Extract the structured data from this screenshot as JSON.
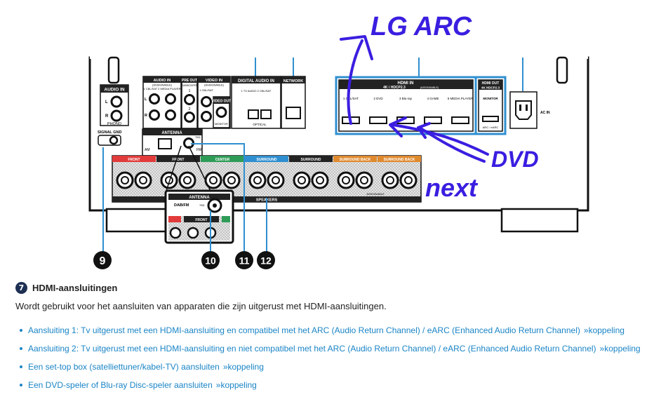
{
  "handwriting": {
    "lg_arc": "LG ARC",
    "dvd": "DVD",
    "next": "next"
  },
  "panel": {
    "audio_in": "AUDIO IN",
    "phono": "PHONO",
    "signal_gnd": "SIGNAL GND",
    "audio_assignable": "AUDIO IN",
    "assignable": "(ASSIGNABLE)",
    "audio_sub": "1 CBL/SAT  2 MEDIA PLAYER",
    "pre_out": "PRE OUT",
    "subwoofer": "SUBWOOFER",
    "video": "VIDEO IN",
    "video_assignable": "(ASSIGNABLE)",
    "video_sub": "1 CBL/SAT",
    "video_out": "VIDEO OUT",
    "monitor": "MONITOR",
    "digital_audio": "DIGITAL AUDIO IN",
    "digital_sub": "1 TV AUDIO  2 CBL/SAT",
    "optical": "OPTICAL",
    "network": "NETWORK",
    "hdmi_in": "HDMI IN",
    "hdmi_spec": "4K / HDCP2.3",
    "hdmi_assignable": "(ASSIGNABLE)",
    "hdmi_ports": [
      "1 CBL/SAT",
      "2 DVD",
      "3 Blu-ray",
      "4 GAME",
      "5 MEDIA PLAYER"
    ],
    "hdmi_out": "HDMI OUT",
    "hdmi_out_spec": "4K HDCP2.3",
    "hdmi_monitor": "MONITOR",
    "arc_earc": "ARC / eARC",
    "ac_in": "AC IN",
    "antenna": "ANTENNA",
    "am": "AM",
    "fm": "FM",
    "ohm": "75Ω",
    "speakers": [
      "FRONT",
      "FRONT",
      "CENTER",
      "SURROUND",
      "SURROUND",
      "SURROUND BACK",
      "SURROUND BACK"
    ],
    "speakers_label": "SPEAKERS",
    "speakers_assignable": "ASSIGNABLE",
    "zoom_antenna": "ANTENNA",
    "zoom_dabfm": "DAB/FM",
    "zoom_front": "FRONT",
    "callouts": [
      "9",
      "10",
      "11",
      "12"
    ]
  },
  "section": {
    "badge": "7",
    "title": "HDMI-aansluitingen",
    "description": "Wordt gebruikt voor het aansluiten van apparaten die zijn uitgerust met HDMI-aansluitingen.",
    "links": [
      {
        "text": "Aansluiting 1: Tv uitgerust met een HDMI-aansluiting en compatibel met het ARC (Audio Return Channel) / eARC (Enhanced Audio Return Channel)",
        "link": "koppeling"
      },
      {
        "text": "Aansluiting 2: Tv uitgerust met een HDMI-aansluiting en niet compatibel met het ARC (Audio Return Channel) / eARC (Enhanced Audio Return Channel)",
        "link": "koppeling"
      },
      {
        "text": "Een set-top box (satelliettuner/kabel-TV) aansluiten",
        "link": "koppeling"
      },
      {
        "text": "Een DVD-speler of Blu-ray Disc-speler aansluiten",
        "link": "koppeling"
      }
    ],
    "raquo": "»"
  }
}
